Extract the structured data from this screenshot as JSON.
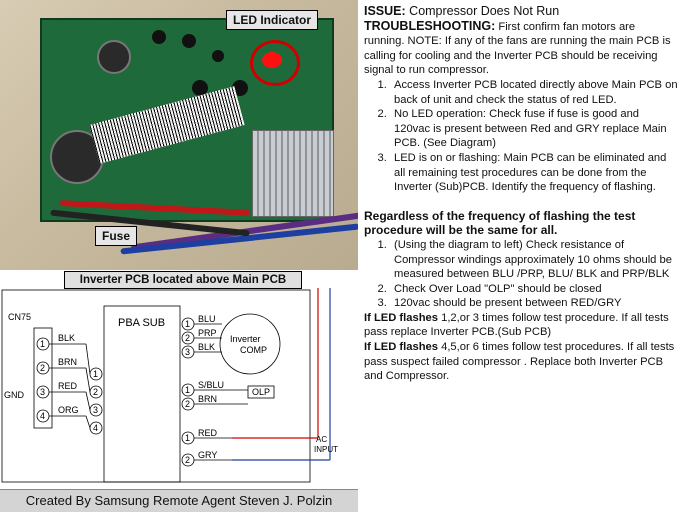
{
  "photo": {
    "led_label": "LED Indicator",
    "fuse_label": "Fuse",
    "caption": "Inverter PCB located above Main PCB"
  },
  "diagram": {
    "connector": "CN75",
    "gnd": "GND",
    "pba_label": "PBA SUB",
    "comp_label_1": "Inverter",
    "comp_label_2": "COMP",
    "olp": "OLP",
    "ac_input_1": "AC",
    "ac_input_2": "INPUT",
    "left_wires": [
      "BLK",
      "BRN",
      "RED",
      "ORG"
    ],
    "left_pins": [
      "1",
      "2",
      "3",
      "4"
    ],
    "mid_pins": [
      "1",
      "2",
      "3",
      "4"
    ],
    "right_pins": [
      "1",
      "2",
      "3",
      "1",
      "2",
      "1",
      "2"
    ],
    "right_wires": [
      "BLU",
      "PRP",
      "BLK",
      "S/BLU",
      "BRN",
      "RED",
      "GRY"
    ]
  },
  "footer": "Created By Samsung Remote Agent Steven J. Polzin",
  "text": {
    "issue_label": "ISSUE:",
    "issue": " Compressor Does Not Run",
    "ts_label": "TROUBLESHOOTING:",
    "ts": " First confirm fan motors are running. NOTE:  If any of the fans are running  the main PCB is calling for cooling and the Inverter PCB should be receiving signal to run compressor.",
    "steps": [
      "Access Inverter PCB located directly above Main PCB on back of unit and check the status of red LED.",
      "No LED operation: Check fuse  if fuse is good and 120vac is present  between Red and GRY replace Main PCB. (See Diagram)",
      "LED is on or flashing:  Main PCB can be eliminated and all remaining test procedures can be done from the Inverter (Sub)PCB. Identify the frequency of flashing."
    ],
    "regardless": "Regardless of  the frequency of flashing the test procedure will be the same for all.",
    "tests": [
      "(Using the diagram to left) Check resistance of Compressor windings approximately 10 ohms should be measured between BLU /PRP, BLU/ BLK and PRP/BLK",
      "Check Over Load \"OLP\" should be closed",
      "120vac should be present between RED/GRY"
    ],
    "flash1_label": "If LED flashes",
    "flash1": " 1,2,or 3 times  follow test procedure. If all  tests pass replace Inverter  PCB.(Sub PCB)",
    "flash2_label": "If LED flashes",
    "flash2": " 4,5,or 6 times follow test procedures. If all tests pass suspect failed compressor . Replace both Inverter PCB and Compressor."
  }
}
